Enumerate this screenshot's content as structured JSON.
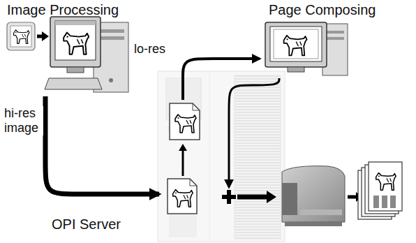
{
  "diagram": {
    "nodes": [
      {
        "text": [
          "Image Processing"
        ]
      },
      {
        "text": [
          "Page Composing"
        ]
      },
      {
        "text": [
          "OPI Server"
        ]
      }
    ],
    "edges": [
      {
        "from": 0,
        "to": 2,
        "label": "hi-res image",
        "arrow": "to"
      },
      {
        "from": 2,
        "to": 1,
        "label": "lo-res",
        "arrow": "to"
      },
      {
        "from": 1,
        "to": 2,
        "arrow": "to"
      }
    ]
  }
}
